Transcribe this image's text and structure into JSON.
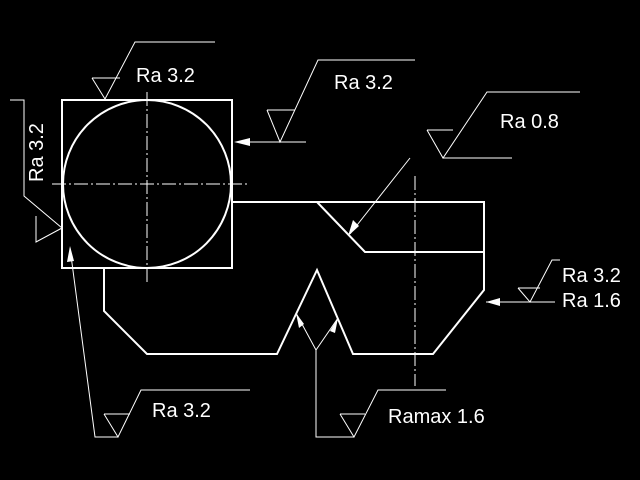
{
  "drawing": {
    "background": "#000000",
    "line_color": "#ffffff",
    "annotations": {
      "top_square": "Ra 3.2",
      "right_square": "Ra 3.2",
      "left_square_vertical": "Ra 3.2",
      "groove_slope": "Ra 0.8",
      "right_face_upper": "Ra 3.2",
      "right_face_lower": "Ra 1.6",
      "bottom_left": "Ra 3.2",
      "vee_notch": "Ramax 1.6"
    }
  }
}
